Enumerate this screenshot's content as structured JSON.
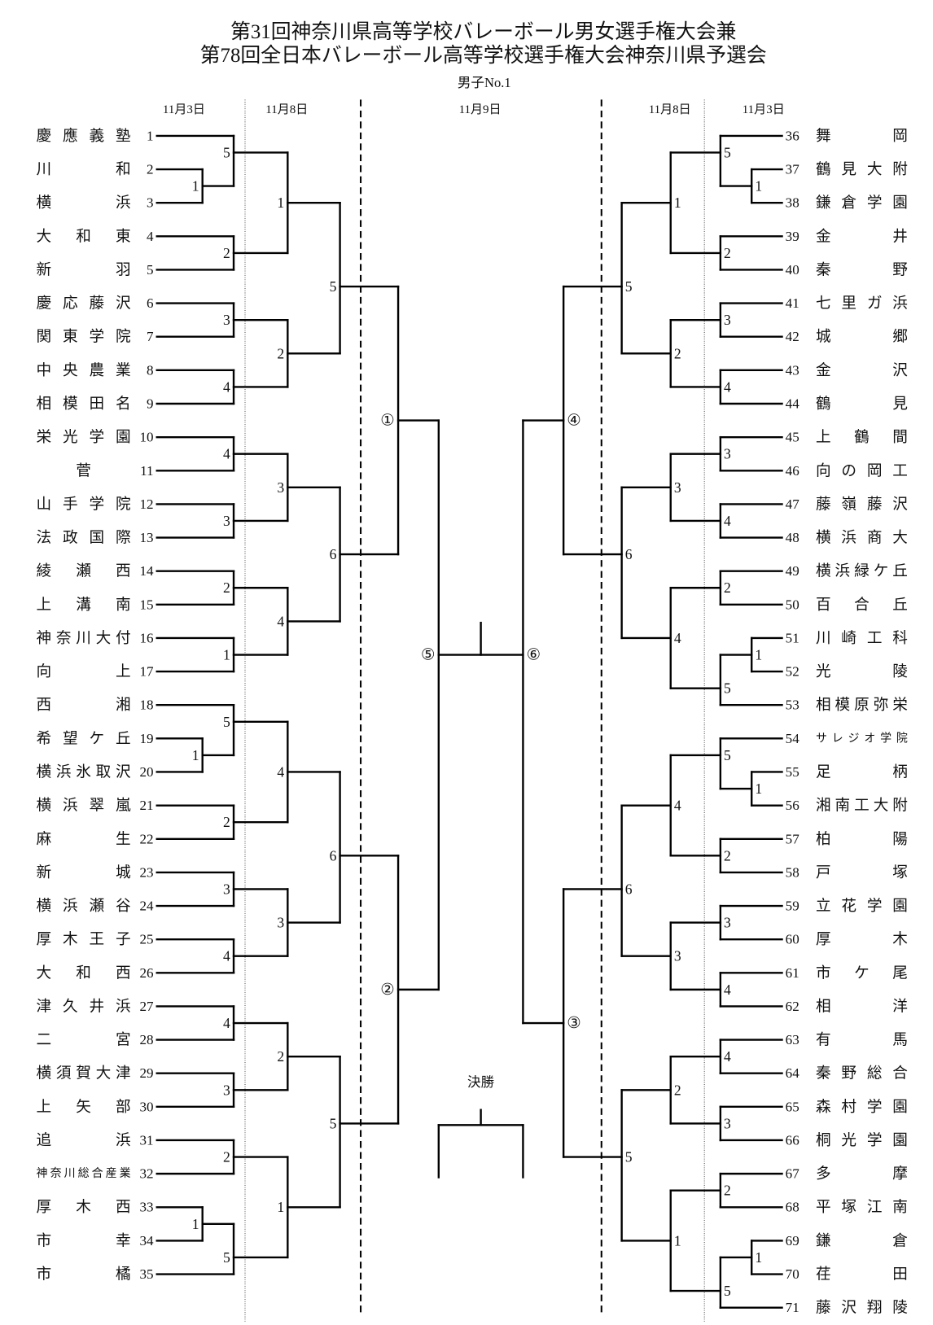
{
  "header": {
    "title_line1": "第31回神奈川県高等学校バレーボール男女選手権大会兼",
    "title_line2": "第78回全日本バレーボール高等学校選手権大会神奈川県予選会",
    "subtitle": "男子No.1"
  },
  "dates": {
    "left_day1": "11月3日",
    "left_day2": "11月8日",
    "center_day3": "11月9日",
    "right_day2": "11月8日",
    "right_day1": "11月3日"
  },
  "left_teams": [
    {
      "no": 1,
      "name": "慶應義塾"
    },
    {
      "no": 2,
      "name": "川和"
    },
    {
      "no": 3,
      "name": "横浜"
    },
    {
      "no": 4,
      "name": "大和東"
    },
    {
      "no": 5,
      "name": "新羽"
    },
    {
      "no": 6,
      "name": "慶応藤沢"
    },
    {
      "no": 7,
      "name": "関東学院"
    },
    {
      "no": 8,
      "name": "中央農業"
    },
    {
      "no": 9,
      "name": "相模田名"
    },
    {
      "no": 10,
      "name": "栄光学園"
    },
    {
      "no": 11,
      "name": "菅"
    },
    {
      "no": 12,
      "name": "山手学院"
    },
    {
      "no": 13,
      "name": "法政国際"
    },
    {
      "no": 14,
      "name": "綾瀬西"
    },
    {
      "no": 15,
      "name": "上溝南"
    },
    {
      "no": 16,
      "name": "神奈川大付"
    },
    {
      "no": 17,
      "name": "向上"
    },
    {
      "no": 18,
      "name": "西湘"
    },
    {
      "no": 19,
      "name": "希望ケ丘"
    },
    {
      "no": 20,
      "name": "横浜氷取沢"
    },
    {
      "no": 21,
      "name": "横浜翠嵐"
    },
    {
      "no": 22,
      "name": "麻生"
    },
    {
      "no": 23,
      "name": "新城"
    },
    {
      "no": 24,
      "name": "横浜瀬谷"
    },
    {
      "no": 25,
      "name": "厚木王子"
    },
    {
      "no": 26,
      "name": "大和西"
    },
    {
      "no": 27,
      "name": "津久井浜"
    },
    {
      "no": 28,
      "name": "二宮"
    },
    {
      "no": 29,
      "name": "横須賀大津"
    },
    {
      "no": 30,
      "name": "上矢部"
    },
    {
      "no": 31,
      "name": "追浜"
    },
    {
      "no": 32,
      "name": "神奈川総合産業"
    },
    {
      "no": 33,
      "name": "厚木西"
    },
    {
      "no": 34,
      "name": "市幸"
    },
    {
      "no": 35,
      "name": "市橘"
    }
  ],
  "right_teams": [
    {
      "no": 36,
      "name": "舞岡"
    },
    {
      "no": 37,
      "name": "鶴見大附"
    },
    {
      "no": 38,
      "name": "鎌倉学園"
    },
    {
      "no": 39,
      "name": "金井"
    },
    {
      "no": 40,
      "name": "秦野"
    },
    {
      "no": 41,
      "name": "七里ガ浜"
    },
    {
      "no": 42,
      "name": "城郷"
    },
    {
      "no": 43,
      "name": "金沢"
    },
    {
      "no": 44,
      "name": "鶴見"
    },
    {
      "no": 45,
      "name": "上鶴間"
    },
    {
      "no": 46,
      "name": "向の岡工"
    },
    {
      "no": 47,
      "name": "藤嶺藤沢"
    },
    {
      "no": 48,
      "name": "横浜商大"
    },
    {
      "no": 49,
      "name": "横浜緑ケ丘"
    },
    {
      "no": 50,
      "name": "百合丘"
    },
    {
      "no": 51,
      "name": "川崎工科"
    },
    {
      "no": 52,
      "name": "光陵"
    },
    {
      "no": 53,
      "name": "相模原弥栄"
    },
    {
      "no": 54,
      "name": "サレジオ学院"
    },
    {
      "no": 55,
      "name": "足柄"
    },
    {
      "no": 56,
      "name": "湘南工大附"
    },
    {
      "no": 57,
      "name": "柏陽"
    },
    {
      "no": 58,
      "name": "戸塚"
    },
    {
      "no": 59,
      "name": "立花学園"
    },
    {
      "no": 60,
      "name": "厚木"
    },
    {
      "no": 61,
      "name": "市ケ尾"
    },
    {
      "no": 62,
      "name": "相洋"
    },
    {
      "no": 63,
      "name": "有馬"
    },
    {
      "no": 64,
      "name": "秦野総合"
    },
    {
      "no": 65,
      "name": "森村学園"
    },
    {
      "no": 66,
      "name": "桐光学園"
    },
    {
      "no": 67,
      "name": "多摩"
    },
    {
      "no": 68,
      "name": "平塚江南"
    },
    {
      "no": 69,
      "name": "鎌倉"
    },
    {
      "no": 70,
      "name": "荏田"
    },
    {
      "no": 71,
      "name": "藤沢翔陵"
    }
  ],
  "bracket": {
    "final_label": "決勝",
    "left": {
      "label": "⑤",
      "round": "r5",
      "a": {
        "label": "①",
        "round": "r4",
        "a": {
          "label": "5",
          "round": "r3",
          "a": {
            "label": "1",
            "round": "r2",
            "a": {
              "label": "5",
              "round": "r1",
              "a": 1,
              "b": {
                "label": "1",
                "round": "r0",
                "a": 2,
                "b": 3
              }
            },
            "b": {
              "label": "2",
              "round": "r1",
              "a": 4,
              "b": 5
            }
          },
          "b": {
            "label": "2",
            "round": "r2",
            "a": {
              "label": "3",
              "round": "r1",
              "a": 6,
              "b": 7
            },
            "b": {
              "label": "4",
              "round": "r1",
              "a": 8,
              "b": 9
            }
          }
        },
        "b": {
          "label": "6",
          "round": "r3",
          "a": {
            "label": "3",
            "round": "r2",
            "a": {
              "label": "4",
              "round": "r1",
              "a": 10,
              "b": 11
            },
            "b": {
              "label": "3",
              "round": "r1",
              "a": 12,
              "b": 13
            }
          },
          "b": {
            "label": "4",
            "round": "r2",
            "a": {
              "label": "2",
              "round": "r1",
              "a": 14,
              "b": 15
            },
            "b": {
              "label": "1",
              "round": "r1",
              "a": 16,
              "b": 17
            }
          }
        }
      },
      "b": {
        "label": "②",
        "round": "r4",
        "a": {
          "label": "6",
          "round": "r3",
          "a": {
            "label": "4",
            "round": "r2",
            "a": {
              "label": "5",
              "round": "r1",
              "a": 18,
              "b": {
                "label": "1",
                "round": "r0",
                "a": 19,
                "b": 20
              }
            },
            "b": {
              "label": "2",
              "round": "r1",
              "a": 21,
              "b": 22
            }
          },
          "b": {
            "label": "3",
            "round": "r2",
            "a": {
              "label": "3",
              "round": "r1",
              "a": 23,
              "b": 24
            },
            "b": {
              "label": "4",
              "round": "r1",
              "a": 25,
              "b": 26
            }
          }
        },
        "b": {
          "label": "5",
          "round": "r3",
          "a": {
            "label": "2",
            "round": "r2",
            "a": {
              "label": "4",
              "round": "r1",
              "a": 27,
              "b": 28
            },
            "b": {
              "label": "3",
              "round": "r1",
              "a": 29,
              "b": 30
            }
          },
          "b": {
            "label": "1",
            "round": "r2",
            "a": {
              "label": "2",
              "round": "r1",
              "a": 31,
              "b": 32
            },
            "b": {
              "label": "5",
              "round": "r1",
              "a": {
                "label": "1",
                "round": "r0",
                "a": 33,
                "b": 34
              },
              "b": 35
            }
          }
        }
      }
    },
    "right": {
      "label": "⑥",
      "round": "r5",
      "a": {
        "label": "④",
        "round": "r4",
        "a": {
          "label": "5",
          "round": "r3",
          "a": {
            "label": "1",
            "round": "r2",
            "a": {
              "label": "5",
              "round": "r1",
              "a": 36,
              "b": {
                "label": "1",
                "round": "r0",
                "a": 37,
                "b": 38
              }
            },
            "b": {
              "label": "2",
              "round": "r1",
              "a": 39,
              "b": 40
            }
          },
          "b": {
            "label": "2",
            "round": "r2",
            "a": {
              "label": "3",
              "round": "r1",
              "a": 41,
              "b": 42
            },
            "b": {
              "label": "4",
              "round": "r1",
              "a": 43,
              "b": 44
            }
          }
        },
        "b": {
          "label": "6",
          "round": "r3",
          "a": {
            "label": "3",
            "round": "r2",
            "a": {
              "label": "3",
              "round": "r1",
              "a": 45,
              "b": 46
            },
            "b": {
              "label": "4",
              "round": "r1",
              "a": 47,
              "b": 48
            }
          },
          "b": {
            "label": "4",
            "round": "r2",
            "a": {
              "label": "2",
              "round": "r1",
              "a": 49,
              "b": 50
            },
            "b": {
              "label": "5",
              "round": "r1",
              "a": {
                "label": "1",
                "round": "r0",
                "a": 51,
                "b": 52
              },
              "b": 53
            }
          }
        }
      },
      "b": {
        "label": "③",
        "round": "r4",
        "a": {
          "label": "6",
          "round": "r3",
          "a": {
            "label": "4",
            "round": "r2",
            "a": {
              "label": "5",
              "round": "r1",
              "a": 54,
              "b": {
                "label": "1",
                "round": "r0",
                "a": 55,
                "b": 56
              }
            },
            "b": {
              "label": "2",
              "round": "r1",
              "a": 57,
              "b": 58
            }
          },
          "b": {
            "label": "3",
            "round": "r2",
            "a": {
              "label": "3",
              "round": "r1",
              "a": 59,
              "b": 60
            },
            "b": {
              "label": "4",
              "round": "r1",
              "a": 61,
              "b": 62
            }
          }
        },
        "b": {
          "label": "5",
          "round": "r3",
          "a": {
            "label": "2",
            "round": "r2",
            "a": {
              "label": "4",
              "round": "r1",
              "a": 63,
              "b": 64
            },
            "b": {
              "label": "3",
              "round": "r1",
              "a": 65,
              "b": 66
            }
          },
          "b": {
            "label": "1",
            "round": "r2",
            "a": {
              "label": "2",
              "round": "r1",
              "a": 67,
              "b": 68
            },
            "b": {
              "label": "5",
              "round": "r1",
              "a": {
                "label": "1",
                "round": "r0",
                "a": 69,
                "b": 70
              },
              "b": 71
            }
          }
        }
      }
    }
  }
}
